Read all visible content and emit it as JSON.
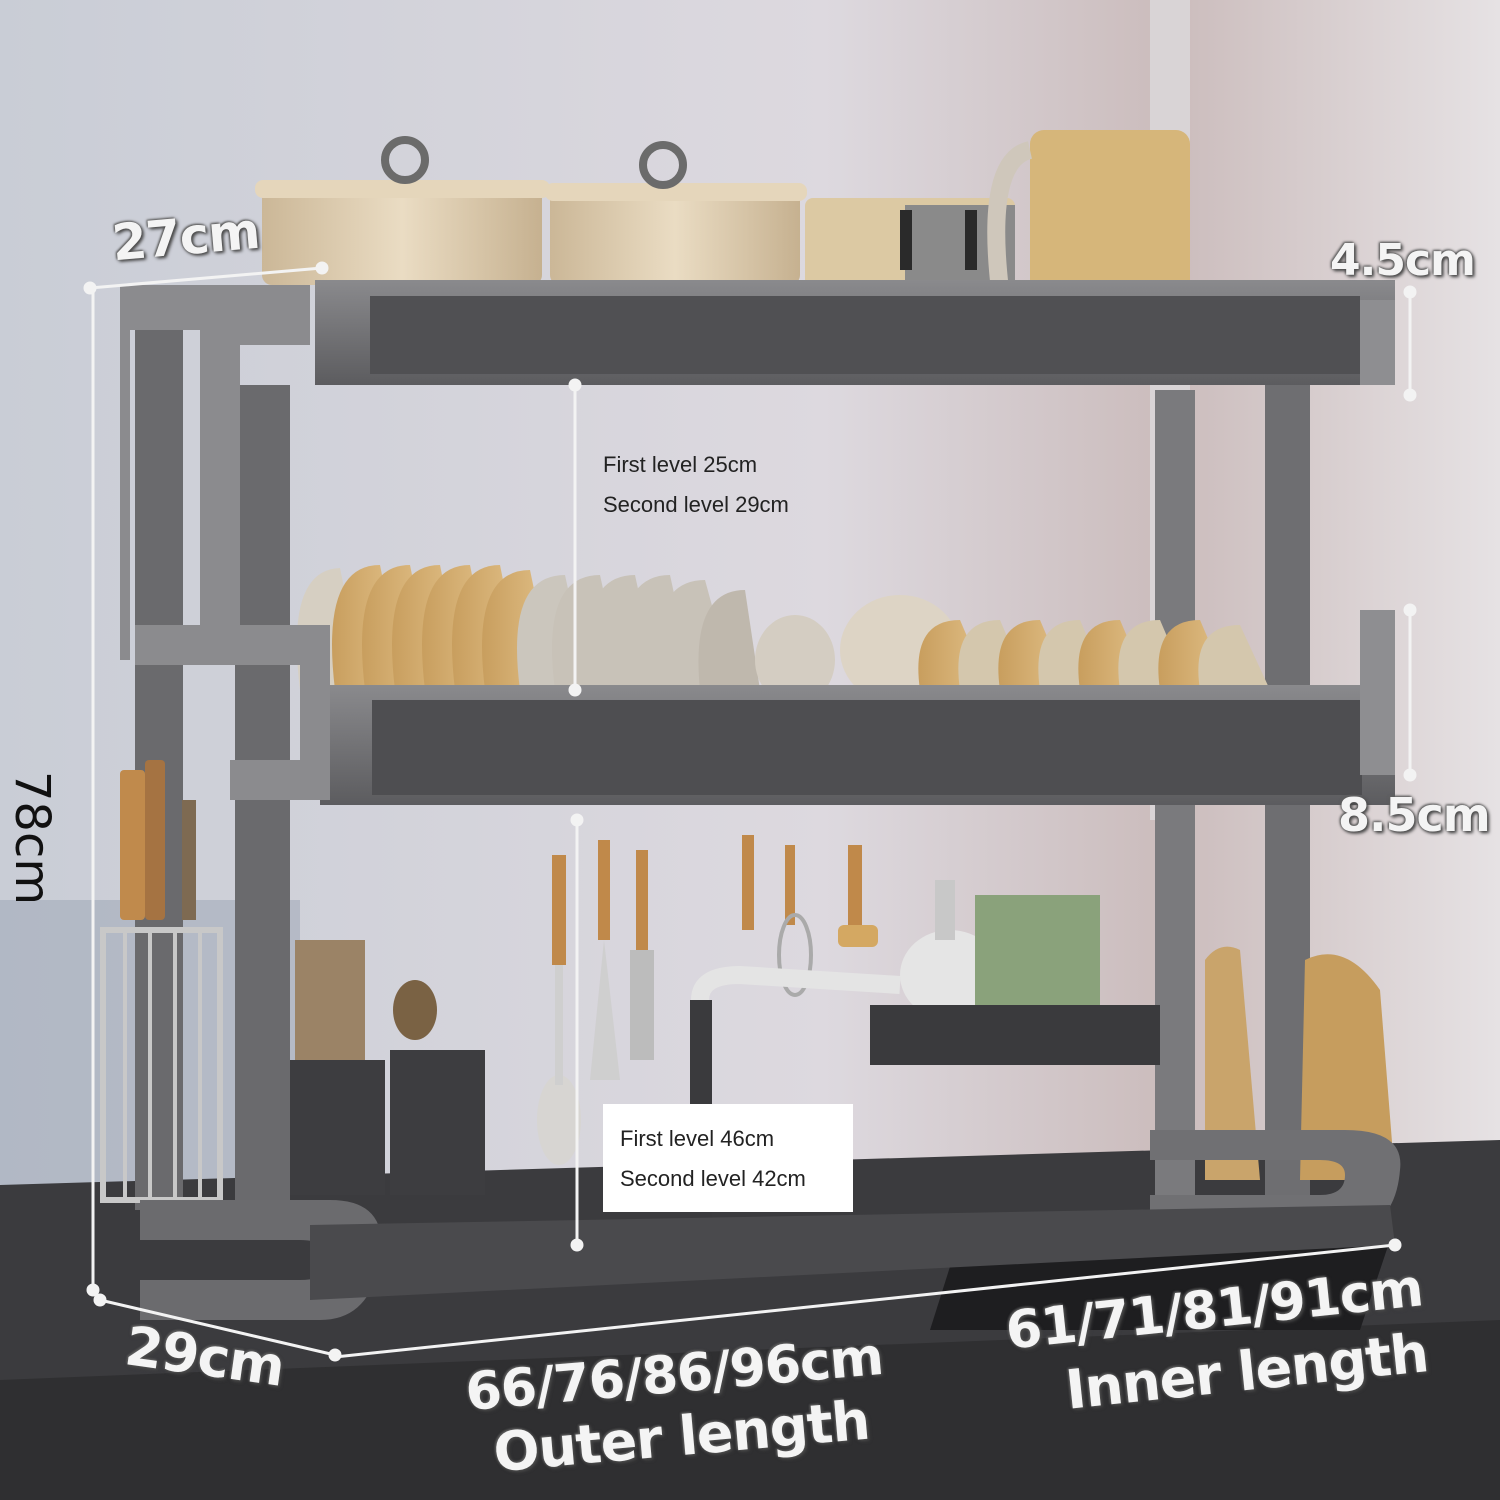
{
  "dimensions": {
    "top_depth": "27cm",
    "top_rim": "4.5cm",
    "middle_rim": "8.5cm",
    "total_height": "78cm",
    "base_depth": "29cm",
    "outer_length_value": "66/76/86/96cm",
    "outer_length_label": "Outer length",
    "inner_length_value": "61/71/81/91cm",
    "inner_length_label": "Inner length"
  },
  "notes": {
    "upper": {
      "line1": "First level 25cm",
      "line2": "Second level 29cm"
    },
    "lower": {
      "line1": "First level 46cm",
      "line2": "Second level 42cm"
    }
  },
  "colors": {
    "rack": "#6d6d70",
    "rack_dark": "#4a4a4d",
    "wall": "#e7e4e8",
    "counter": "#3d3d3f",
    "plate": "#d3ae74"
  }
}
